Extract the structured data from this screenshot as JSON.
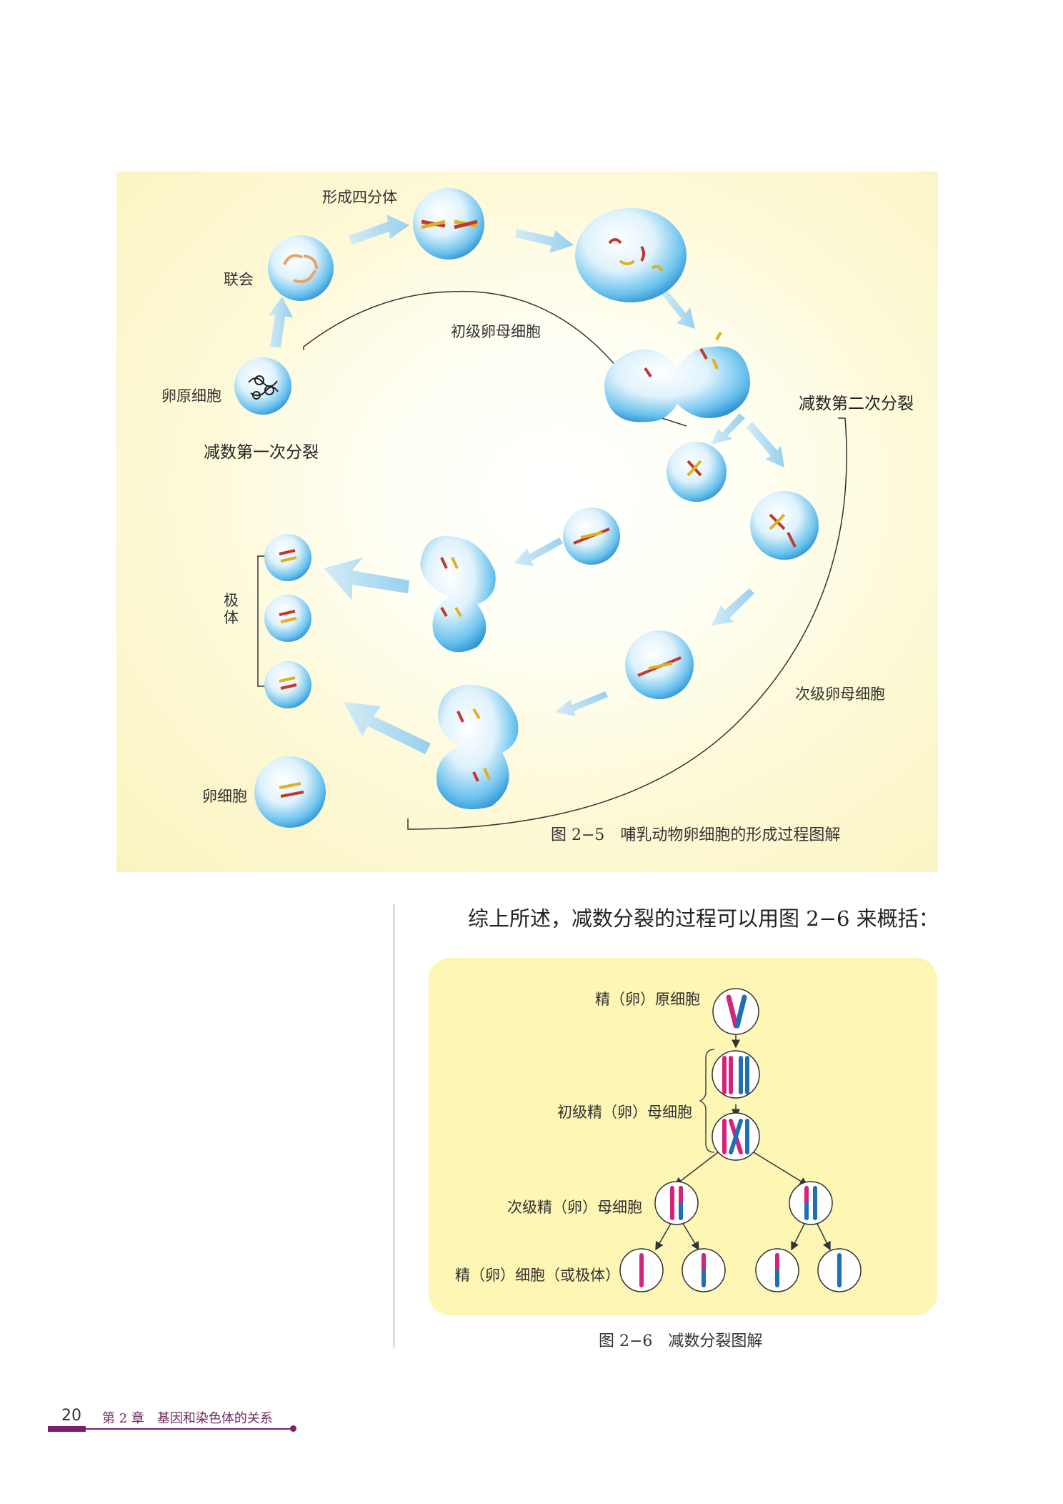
{
  "figure1": {
    "labels": {
      "tetrad": "形成四分体",
      "synapsis": "联会",
      "oogonium": "卵原细胞",
      "meiosis1": "减数第一次分裂",
      "primary_oocyte": "初级卵母细胞",
      "meiosis2": "减数第二次分裂",
      "polar_bodies": "极体",
      "secondary_oocyte": "次级卵母细胞",
      "egg": "卵细胞"
    },
    "caption": "图 2−5　哺乳动物卵细胞的形成过程图解"
  },
  "body_text": "综上所述，减数分裂的过程可以用图 2−6 来概括：",
  "figure2": {
    "labels": {
      "spermatogonium": "精（卵）原细胞",
      "primary": "初级精（卵）母细胞",
      "secondary": "次级精（卵）母细胞",
      "gametes": "精（卵）细胞（或极体）"
    },
    "caption": "图 2−6　减数分裂图解",
    "colors": {
      "pink": "#d4237a",
      "blue": "#1f6fb5"
    }
  },
  "footer": {
    "page_number": "20",
    "chapter": "第 2 章　基因和染色体的关系"
  }
}
